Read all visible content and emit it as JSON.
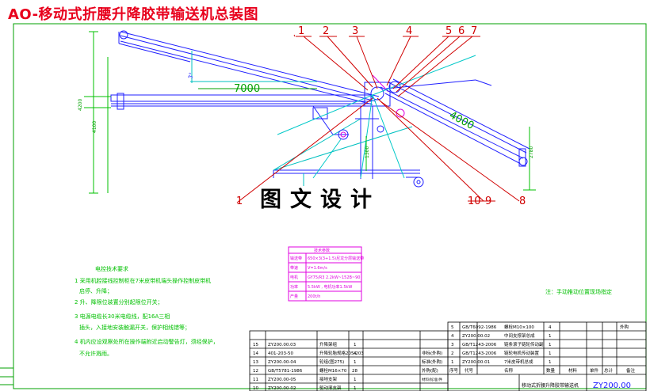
{
  "title": "AO-移动式折腰升降胶带输送机总装图",
  "watermark": "图文设计",
  "dimensions": {
    "length_left": "7000",
    "length_right": "4000"
  },
  "callouts": [
    "1",
    "2",
    "3",
    "4",
    "5",
    "6",
    "7",
    "8",
    "9",
    "10",
    "1"
  ],
  "tech_params": {
    "header": "技术参数",
    "rows": [
      {
        "k": "输送带",
        "v": "650×3(3+1.5)尼龙分层输送带"
      },
      {
        "k": "带速",
        "v": "V=1.6m/s"
      },
      {
        "k": "电机",
        "v": "GY75/R3 2.2kW~152B~90"
      },
      {
        "k": "功率",
        "v": "5.5kW , 电机功率1.5kW"
      },
      {
        "k": "产量",
        "v": "200t/h"
      }
    ]
  },
  "elec_requirements": {
    "title": "电控技术要求",
    "lines": [
      "1 采用机腔接线控制柜在7米皮带机端头操作控制皮带机",
      "启停、升降；",
      "2 升、降限位装置分别起限位开关；",
      "3 电源电缆长30米电缆线，配16A三相",
      "插头，入接地安装触漏开关，保护相线错等；",
      "4 机内应设观察处所在操作端附近启动警告灯，须经保护，",
      "不允许溅雨。"
    ]
  },
  "note": "注：手动推动位置现场指定",
  "bom_left": [
    {
      "no": "15",
      "code": "ZY200.00.03",
      "name": "升降架组",
      "qty": "1"
    },
    {
      "no": "14",
      "code": "401-203-50",
      "name": "升降轮胎规格205/203",
      "qty": "4"
    },
    {
      "no": "13",
      "code": "ZY200.00-04",
      "name": "轮组(图275)",
      "qty": "1"
    },
    {
      "no": "12",
      "code": "GB/T5781-1986",
      "name": "螺栓M16×70",
      "qty": "28"
    },
    {
      "no": "11",
      "code": "ZY200.00-05",
      "name": "接地支架",
      "qty": "1"
    },
    {
      "no": "10",
      "code": "ZY200.00-02",
      "name": "驱动滚支架",
      "qty": "1"
    }
  ],
  "bom_left_mid": [
    "非标(外购)",
    "标准(外购)",
    "外购(配)"
  ],
  "bom_left_header_cell": "材料(标准)件",
  "bom_right": [
    {
      "no": "5",
      "code": "GB/T6092-1986",
      "name": "螺栓M10×100",
      "qty": "4"
    },
    {
      "no": "4",
      "code": "ZY200.00.02",
      "name": "中间支撑架总成",
      "qty": "1"
    },
    {
      "no": "3",
      "code": "GB/T1243-2006",
      "name": "链条滚子链轮传动副",
      "qty": "1"
    },
    {
      "no": "2",
      "code": "GB/T1243-2006",
      "name": "链轮电机传动装置",
      "qty": "1"
    },
    {
      "no": "1",
      "code": "ZY200.00.01",
      "name": "7米皮带机总成",
      "qty": "1"
    }
  ],
  "bom_right_tag": "外购",
  "bom_header": [
    "序号",
    "代号",
    "名称",
    "数量",
    "材料",
    "单件",
    "总计",
    "备注"
  ],
  "title_block_name": "移动式折腰升降胶带输送机",
  "drawing_no": "ZY200.00",
  "colors": {
    "title": "#e8001c",
    "frame": "#00a000",
    "drawing": "#1a1aff",
    "cyan": "#00c8c8",
    "magenta": "#e000e0",
    "callout": "#d00000"
  }
}
